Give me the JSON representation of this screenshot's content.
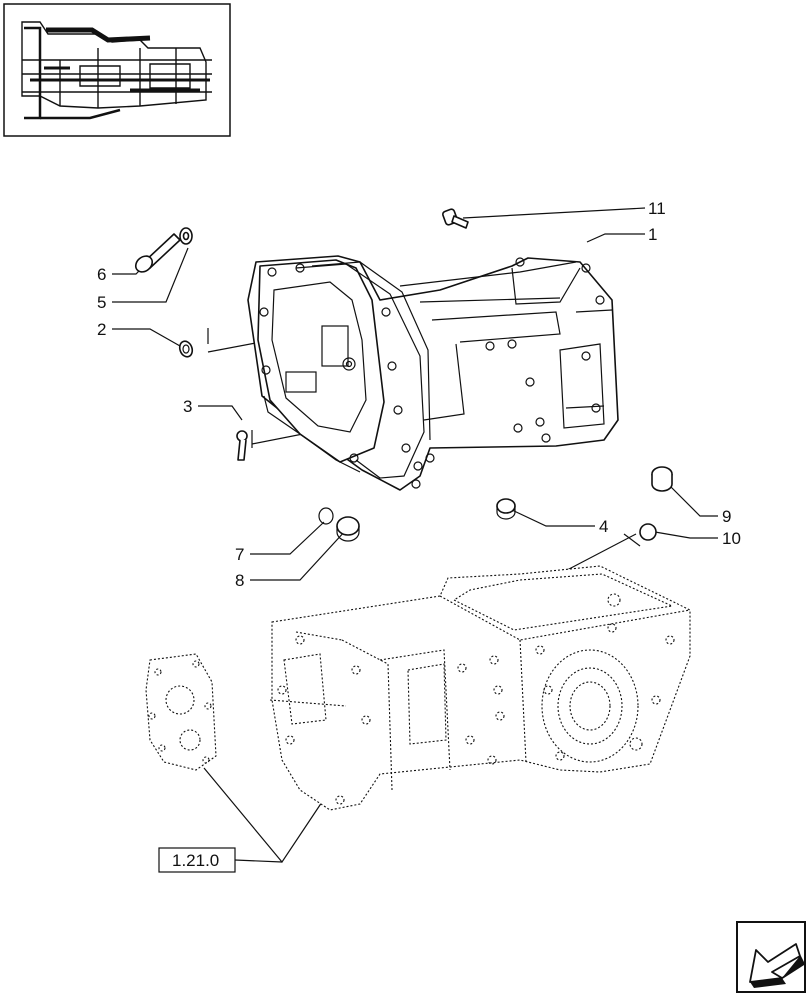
{
  "callouts": {
    "c1": "1",
    "c2": "2",
    "c3": "3",
    "c4": "4",
    "c5": "5",
    "c6": "6",
    "c7": "7",
    "c8": "8",
    "c9": "9",
    "c10": "10",
    "c11": "11"
  },
  "reference_box": {
    "label": "1.21.0"
  },
  "icons": {
    "thumbnail": "transmission-section-thumbnail",
    "nav": "arrow-left-down-icon"
  }
}
